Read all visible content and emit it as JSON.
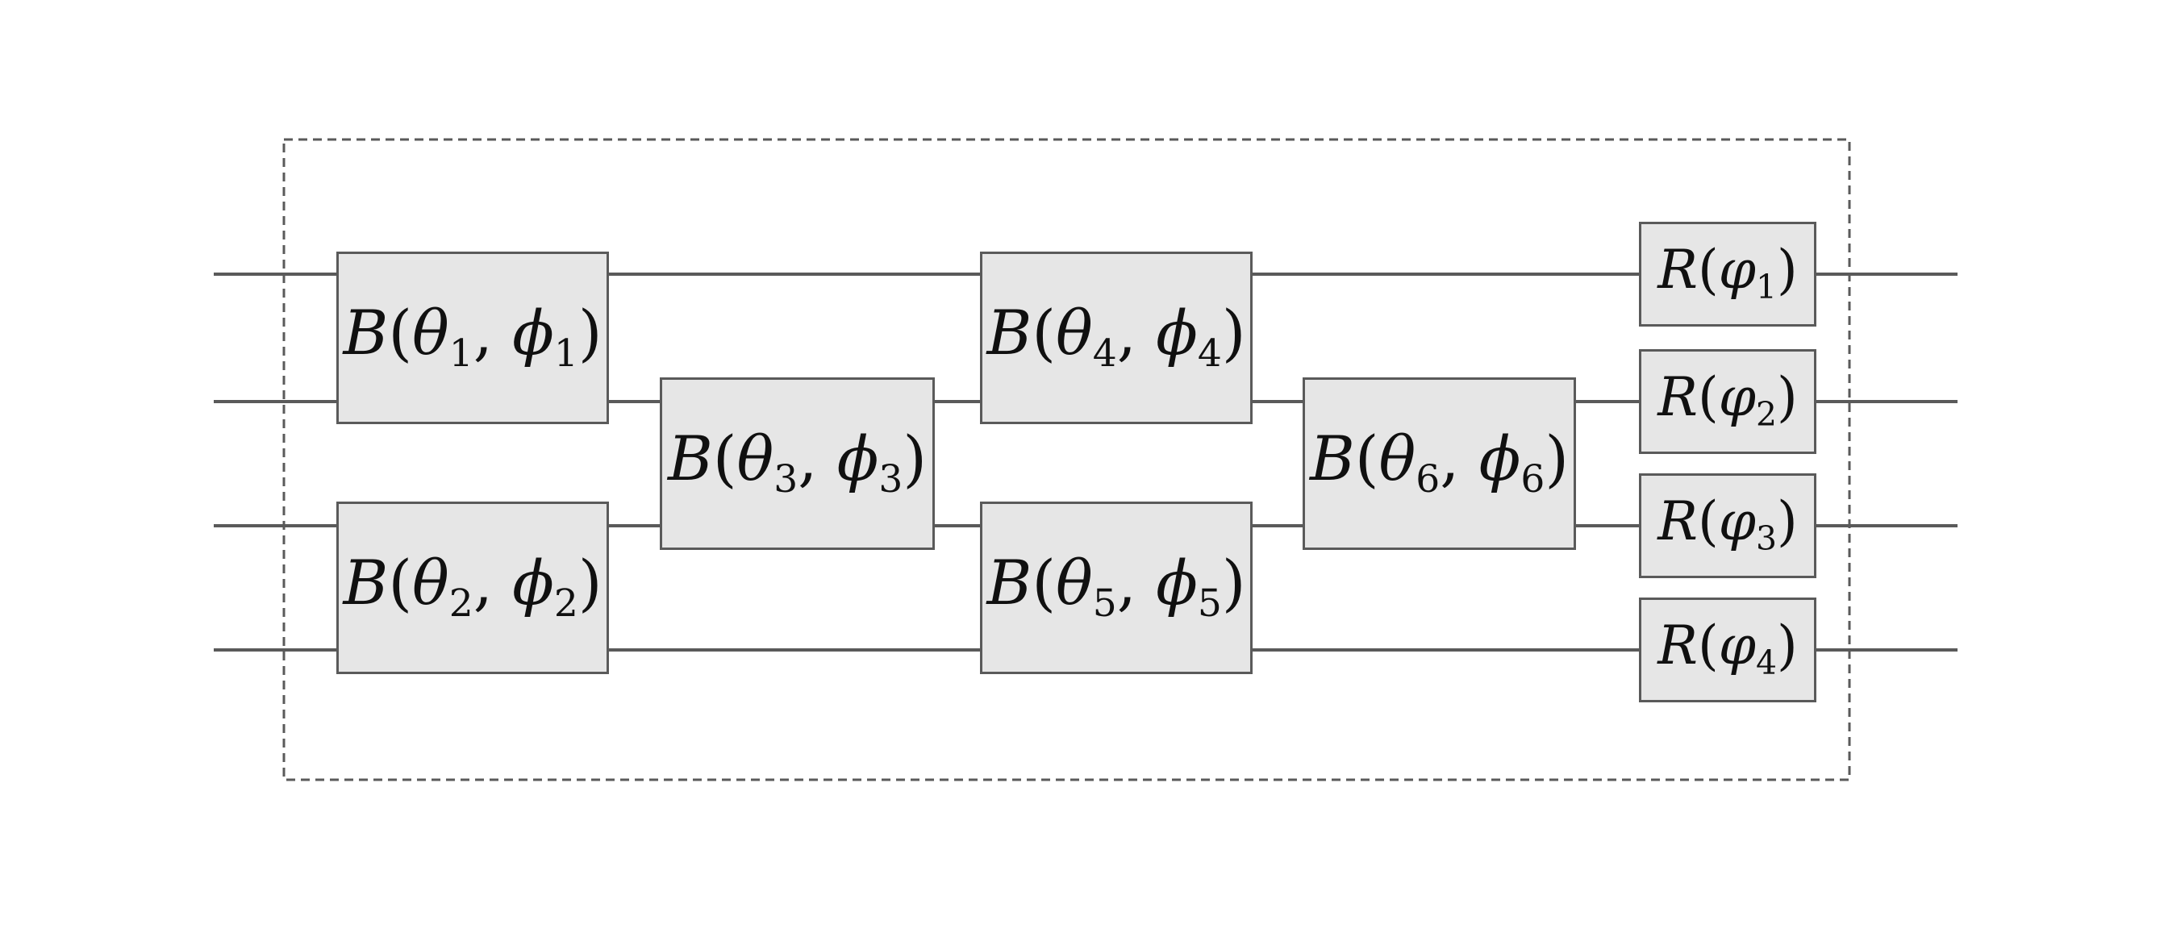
{
  "colors": {
    "background": "#ffffff",
    "wire": "#5a5a5a",
    "boundary": "#5a5a5a",
    "gate_fill": "#e6e6e6",
    "gate_border": "#5a5a5a",
    "text": "#101010"
  },
  "circuit": {
    "wire_count": 4,
    "gates": {
      "b1": {
        "name": "B",
        "open": "(",
        "param1": "θ",
        "sub1": "1",
        "separator": ", ",
        "param2": "ϕ",
        "sub2": "1",
        "close": ")"
      },
      "b2": {
        "name": "B",
        "open": "(",
        "param1": "θ",
        "sub1": "2",
        "separator": ", ",
        "param2": "ϕ",
        "sub2": "2",
        "close": ")"
      },
      "b3": {
        "name": "B",
        "open": "(",
        "param1": "θ",
        "sub1": "3",
        "separator": ", ",
        "param2": "ϕ",
        "sub2": "3",
        "close": ")"
      },
      "b4": {
        "name": "B",
        "open": "(",
        "param1": "θ",
        "sub1": "4",
        "separator": ", ",
        "param2": "ϕ",
        "sub2": "4",
        "close": ")"
      },
      "b5": {
        "name": "B",
        "open": "(",
        "param1": "θ",
        "sub1": "5",
        "separator": ", ",
        "param2": "ϕ",
        "sub2": "5",
        "close": ")"
      },
      "b6": {
        "name": "B",
        "open": "(",
        "param1": "θ",
        "sub1": "6",
        "separator": ", ",
        "param2": "ϕ",
        "sub2": "6",
        "close": ")"
      },
      "r1": {
        "name": "R",
        "open": "(",
        "param1": "φ",
        "sub1": "1",
        "close": ")"
      },
      "r2": {
        "name": "R",
        "open": "(",
        "param1": "φ",
        "sub1": "2",
        "close": ")"
      },
      "r3": {
        "name": "R",
        "open": "(",
        "param1": "φ",
        "sub1": "3",
        "close": ")"
      },
      "r4": {
        "name": "R",
        "open": "(",
        "param1": "φ",
        "sub1": "4",
        "close": ")"
      }
    }
  }
}
